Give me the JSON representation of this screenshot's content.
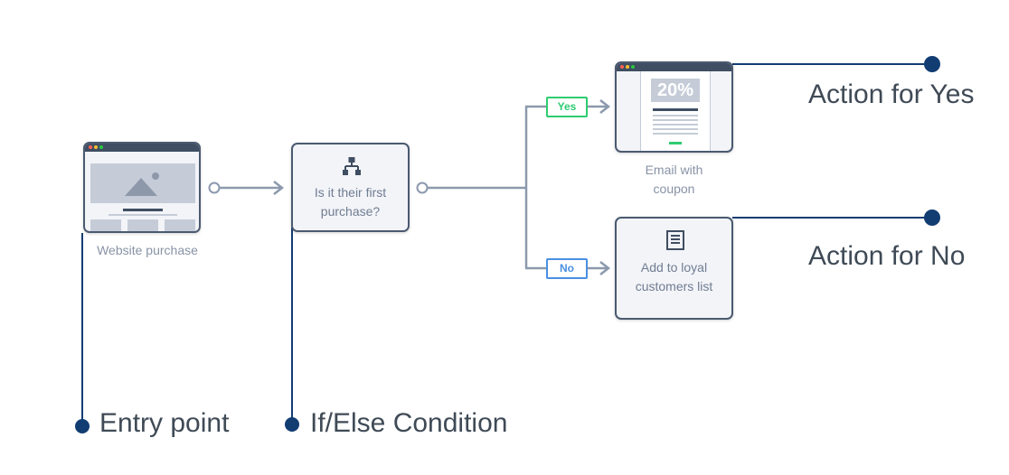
{
  "nodes": {
    "entry": {
      "caption": "Website purchase",
      "icon": "image-icon"
    },
    "condition": {
      "label": "Is it their first purchase?",
      "icon": "branch-icon"
    },
    "yes_action": {
      "caption": "Email with coupon",
      "coupon": "20%",
      "icon": "email-template-icon"
    },
    "no_action": {
      "label": "Add to loyal customers list",
      "icon": "list-icon"
    }
  },
  "tags": {
    "yes": "Yes",
    "no": "No"
  },
  "annotations": {
    "entry_point": "Entry point",
    "condition": "If/Else Condition",
    "action_yes": "Action for Yes",
    "action_no": "Action for No"
  },
  "colors": {
    "annotation_line": "#123d73",
    "flow_line": "#8c99ad",
    "node_border": "#4a5a70",
    "yes_tag": "#2ecc71",
    "no_tag": "#4a90e2",
    "window_chrome": "#3f4e62"
  }
}
